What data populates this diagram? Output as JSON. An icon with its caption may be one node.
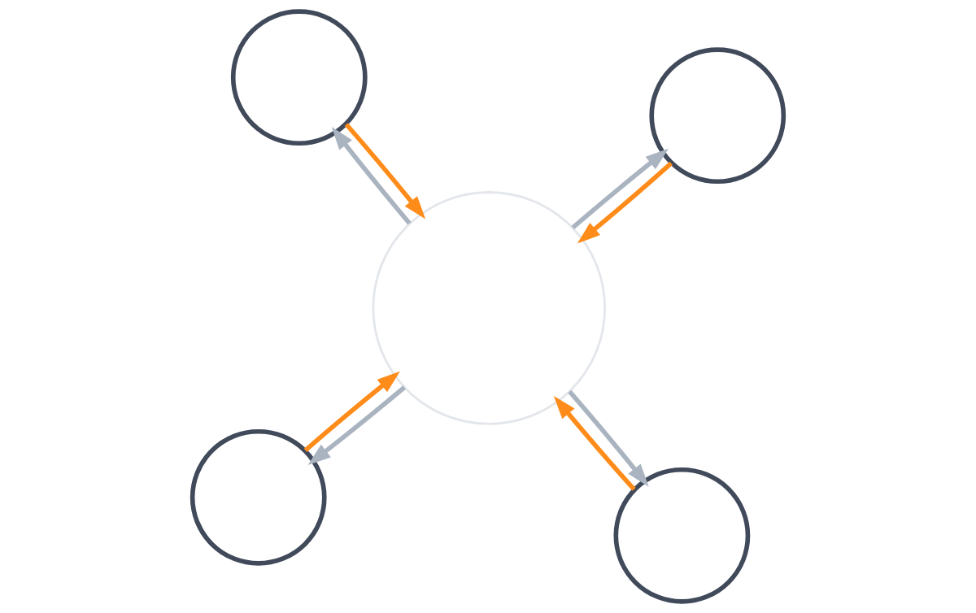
{
  "diagram": {
    "nodes": [
      {
        "text": [],
        "shape": "person"
      },
      {
        "text": [],
        "shape": "person"
      },
      {
        "text": [],
        "shape": "circle"
      },
      {
        "text": [],
        "shape": "person"
      },
      {
        "text": [],
        "shape": "person"
      }
    ],
    "edges": [
      {
        "from": 0,
        "to": 2,
        "arrow": "to",
        "color": "#ff8c1a"
      },
      {
        "from": 2,
        "to": 0,
        "arrow": "to",
        "color": "#aab4c0"
      },
      {
        "from": 1,
        "to": 2,
        "arrow": "to",
        "color": "#ff8c1a"
      },
      {
        "from": 2,
        "to": 1,
        "arrow": "to",
        "color": "#aab4c0"
      },
      {
        "from": 3,
        "to": 2,
        "arrow": "to",
        "color": "#ff8c1a"
      },
      {
        "from": 2,
        "to": 3,
        "arrow": "to",
        "color": "#aab4c0"
      },
      {
        "from": 4,
        "to": 2,
        "arrow": "to",
        "color": "#ff8c1a"
      },
      {
        "from": 2,
        "to": 4,
        "arrow": "to",
        "color": "#aab4c0"
      }
    ]
  }
}
